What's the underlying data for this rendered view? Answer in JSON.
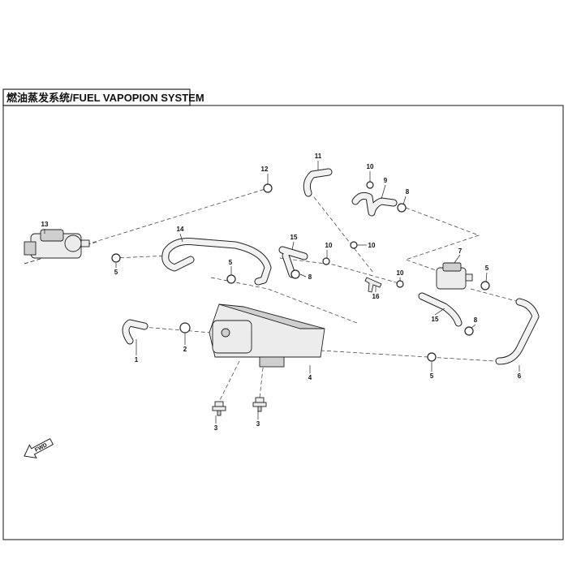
{
  "title": "燃油蒸发系统/FUEL VAPOPION SYSTEM",
  "direction_marker": "FWD",
  "callouts": {
    "c1": "1",
    "c2": "2",
    "c3a": "3",
    "c3b": "3",
    "c4": "4",
    "c5a": "5",
    "c5b": "5",
    "c5c": "5",
    "c5d": "5",
    "c6": "6",
    "c7": "7",
    "c8a": "8",
    "c8b": "8",
    "c8c": "8",
    "c9": "9",
    "c10a": "10",
    "c10b": "10",
    "c10c": "10",
    "c10d": "10",
    "c11": "11",
    "c12": "12",
    "c13": "13",
    "c14": "14",
    "c15a": "15",
    "c15b": "15",
    "c16": "16"
  }
}
